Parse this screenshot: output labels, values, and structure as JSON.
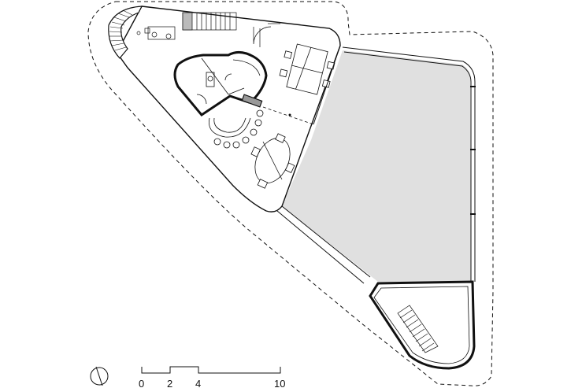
{
  "drawing": {
    "type": "architectural floor plan",
    "colors": {
      "line": "#111111",
      "shaded_floor": "#e0e0e0",
      "paper": "#ffffff"
    }
  },
  "scale_bar": {
    "labels": [
      "0",
      "2",
      "4",
      "10"
    ]
  },
  "north_arrow": {
    "icon": "north-arrow-icon"
  }
}
